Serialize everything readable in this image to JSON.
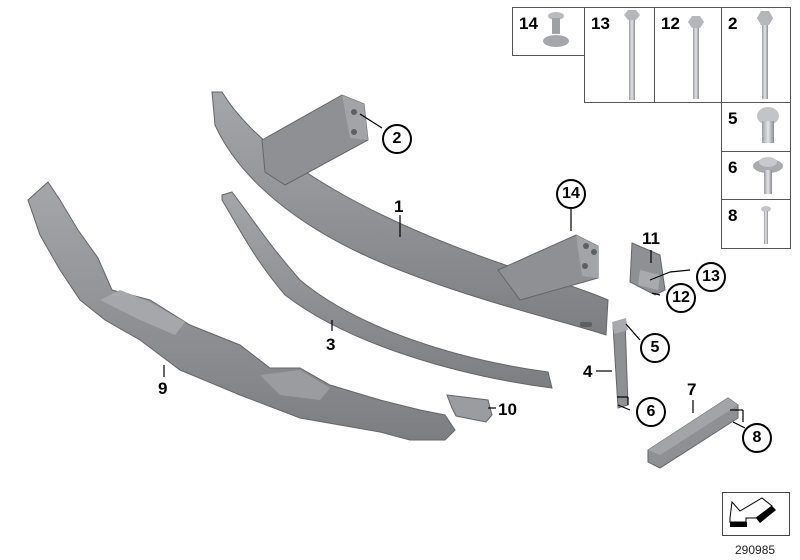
{
  "diagram": {
    "type": "exploded-parts-diagram",
    "subject": "Front bumper carrier / support assembly",
    "document_number": "290985",
    "colors": {
      "part_fill": "#8d8f93",
      "part_light": "#a9abaf",
      "part_dark": "#6f7175",
      "label": "#000000",
      "frame": "#555555"
    }
  },
  "callouts": {
    "plain": [
      {
        "id": "1",
        "label": "1"
      },
      {
        "id": "3",
        "label": "3"
      },
      {
        "id": "4",
        "label": "4"
      },
      {
        "id": "7",
        "label": "7"
      },
      {
        "id": "9",
        "label": "9"
      },
      {
        "id": "10",
        "label": "10"
      },
      {
        "id": "11",
        "label": "11"
      }
    ],
    "circled": [
      {
        "id": "2",
        "label": "2"
      },
      {
        "id": "14",
        "label": "14"
      },
      {
        "id": "13",
        "label": "13"
      },
      {
        "id": "12",
        "label": "12"
      },
      {
        "id": "5",
        "label": "5"
      },
      {
        "id": "6",
        "label": "6"
      },
      {
        "id": "8",
        "label": "8"
      }
    ]
  },
  "fastener_table": {
    "top_row": [
      {
        "label": "14",
        "part": "expanding-rivet"
      },
      {
        "label": "13",
        "part": "long-hex-bolt"
      },
      {
        "label": "12",
        "part": "hex-bolt"
      },
      {
        "label": "2",
        "part": "hex-bolt"
      }
    ],
    "right_column": [
      {
        "label": "5",
        "part": "torx-cap-screw"
      },
      {
        "label": "6",
        "part": "collar-screw"
      },
      {
        "label": "8",
        "part": "small-screw"
      }
    ]
  },
  "footer": {
    "doc_id": "290985",
    "nav_icon": "arrow-down-left-icon"
  }
}
